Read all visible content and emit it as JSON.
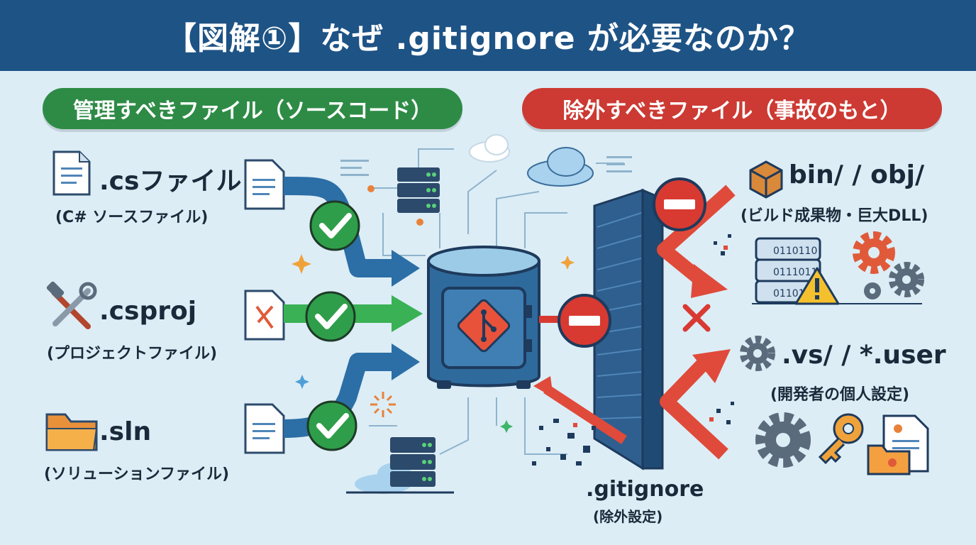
{
  "title": "【図解①】なぜ .gitignore が必要なのか？",
  "left_heading": "管理すべきファイル（ソースコード）",
  "right_heading": "除外すべきファイル（事故のもと）",
  "managed_files": [
    {
      "name": ".csファイル",
      "desc": "(C# ソースファイル)"
    },
    {
      "name": ".csproj",
      "desc": "(プロジェクトファイル)"
    },
    {
      "name": ".sln",
      "desc": "(ソリューションファイル)"
    }
  ],
  "excluded_files": [
    {
      "name": "bin/ / obj/",
      "desc": "(ビルド成果物・巨大DLL)"
    },
    {
      "name": ".vs/ / *.user",
      "desc": "(開発者の個人設定)"
    }
  ],
  "binary_text": [
    "0110110",
    "0111011",
    "01101"
  ],
  "wall_label": ".gitignore",
  "wall_sub": "(除外設定)",
  "colors": {
    "header": "#1e5385",
    "green": "#2e8b46",
    "red": "#cc3a33",
    "background": "#dcedf6",
    "wall": "#2f5f8f"
  }
}
